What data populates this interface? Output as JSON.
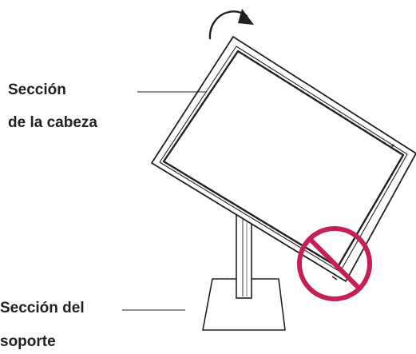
{
  "labels": {
    "head_line1": "Sección",
    "head_line2": "de la cabeza",
    "stand_line1": "Sección del",
    "stand_line2": "soporte"
  },
  "colors": {
    "outline": "#231f20",
    "prohibition": "#c41f5b",
    "background": "#ffffff"
  },
  "icons": {
    "rotate": "rotate-clockwise-arrow-icon",
    "prohibited": "no-symbol-icon"
  }
}
